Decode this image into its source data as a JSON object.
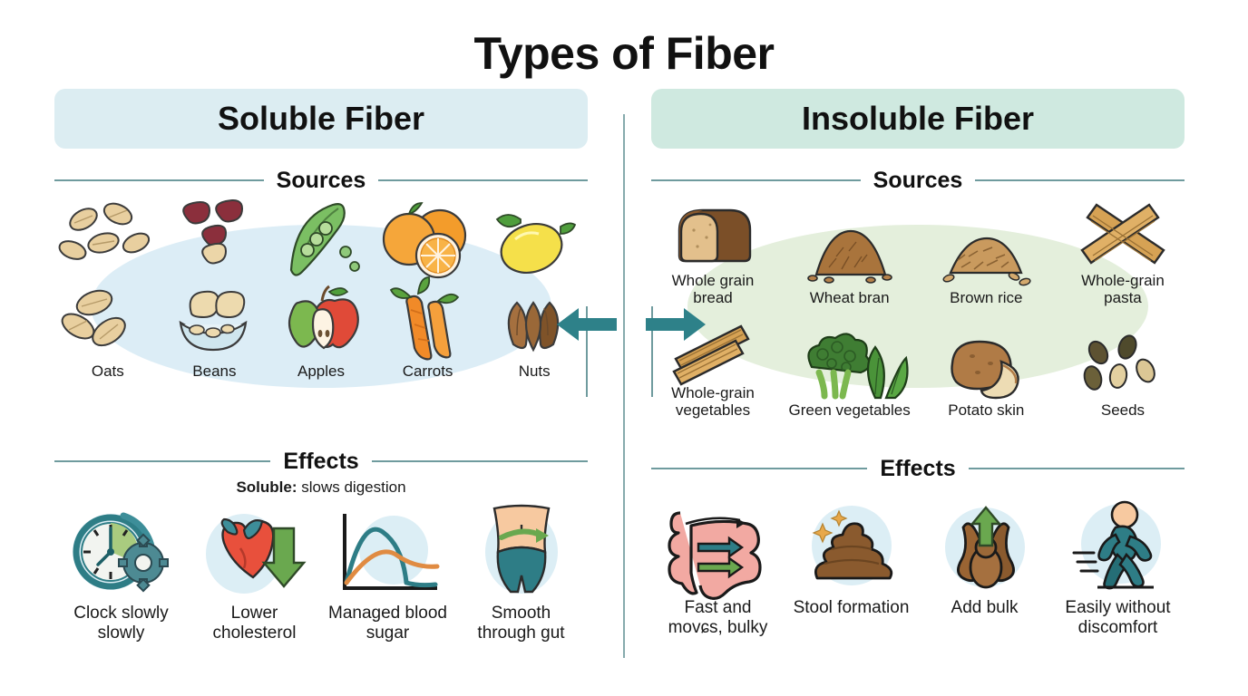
{
  "title": "Types of Fiber",
  "colors": {
    "soluble_header": "#dcedf2",
    "insoluble_header": "#cfe9e0",
    "soluble_blob": "#dcedf6",
    "insoluble_blob": "#e4efdc",
    "teal": "#2e8189",
    "rule": "#6f9b9e",
    "green_arrow": "#6aa84f"
  },
  "left": {
    "header": "Soluble Fiber",
    "sources_heading": "Sources",
    "effects_heading": "Effects",
    "effects_subtitle_bold": "Soluble:",
    "effects_subtitle_rest": " slows digestion",
    "sources": [
      {
        "label": "Oats",
        "icon": "oats-icon"
      },
      {
        "label": "Beans",
        "icon": "beans-icon"
      },
      {
        "label": "Apples",
        "icon": "apples-icon"
      },
      {
        "label": "Carrots",
        "icon": "carrots-icon"
      },
      {
        "label": "Nuts",
        "icon": "nuts-icon"
      }
    ],
    "effects": [
      {
        "label": "Clock slowly slowly",
        "icon": "clock-gear-icon"
      },
      {
        "label": "Lower cholesterol",
        "icon": "heart-down-arrow-icon"
      },
      {
        "label": "Managed blood sugar",
        "icon": "blood-sugar-chart-icon"
      },
      {
        "label": "Smooth through gut",
        "icon": "torso-gut-icon"
      }
    ]
  },
  "right": {
    "header": "Insoluble Fiber",
    "sources_heading": "Sources",
    "effects_heading": "Effects",
    "sources_row1": [
      {
        "label": "Whole grain bread",
        "icon": "bread-loaf-icon"
      },
      {
        "label": "Wheat bran",
        "icon": "wheat-bran-icon"
      },
      {
        "label": "Brown rice",
        "icon": "brown-rice-icon"
      },
      {
        "label": "Whole-grain pasta",
        "icon": "pasta-icon"
      }
    ],
    "sources_row2": [
      {
        "label": "Whole-grain vegetables",
        "icon": "pasta-icon"
      },
      {
        "label": "Green vegetables",
        "icon": "broccoli-spinach-icon"
      },
      {
        "label": "Potato skin",
        "icon": "potato-icon"
      },
      {
        "label": "Seeds",
        "icon": "seeds-icon"
      }
    ],
    "effects": [
      {
        "label": "Fast and movɕs, bulky",
        "icon": "intestine-icon"
      },
      {
        "label": "Stool formation",
        "icon": "stool-icon"
      },
      {
        "label": "Add bulk",
        "icon": "bulk-up-arrow-icon"
      },
      {
        "label": "Easily without discomfort",
        "icon": "walking-person-icon"
      }
    ]
  }
}
